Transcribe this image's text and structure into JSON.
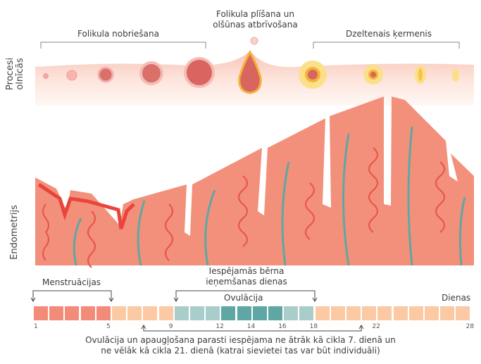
{
  "ovary": {
    "side_label_line1": "Procesi",
    "side_label_line2": "olnīcās",
    "phase_maturation": "Folikula nobriešana",
    "phase_rupture_line1": "Folikula plīšana un",
    "phase_rupture_line2": "olšūnas atbrīvošana",
    "phase_corpus_luteum": "Dzeltenais ķermenis"
  },
  "endometrium": {
    "side_label": "Endometrijs"
  },
  "timeline": {
    "menstruation_label": "Menstruācijas",
    "fertile_line1": "Iespējamās bērna",
    "fertile_line2": "ieņemšanas dienas",
    "ovulation_label": "Ovulācija",
    "days_label": "Dienas",
    "day_ticks": [
      "1",
      "5",
      "9",
      "12",
      "14",
      "16",
      "18",
      "22",
      "28"
    ],
    "day_categories": [
      "menstruation",
      "menstruation",
      "menstruation",
      "menstruation",
      "menstruation",
      "other",
      "other",
      "other",
      "other",
      "fertile",
      "fertile",
      "fertile",
      "ovulation",
      "ovulation",
      "ovulation",
      "ovulation",
      "fertile",
      "fertile",
      "other",
      "other",
      "other",
      "other",
      "other",
      "other",
      "other",
      "other",
      "other",
      "other"
    ],
    "colors": {
      "menstruation": "#f28b77",
      "other": "#fcc9a5",
      "fertile": "#a9cdcb",
      "ovulation": "#5fa7a4"
    },
    "note_line1": "Ovulācija un apaugļošana parasti iespējama ne ātrāk kā cikla 7. dienā un",
    "note_line2": "ne vēlāk kā cikla 21. dienā (katrai sievietei tas var būt individuāli)"
  }
}
